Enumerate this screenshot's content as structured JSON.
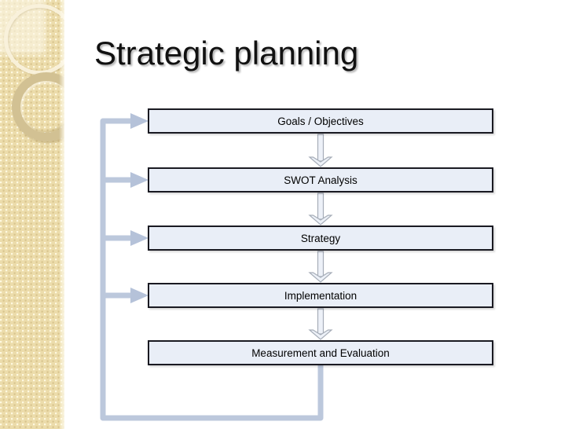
{
  "slide": {
    "title": "Strategic planning"
  },
  "flowchart": {
    "flow_direction": "top-down",
    "boxes": [
      {
        "label": "Goals / Objectives"
      },
      {
        "label": "SWOT Analysis"
      },
      {
        "label": "Strategy"
      },
      {
        "label": "Implementation"
      },
      {
        "label": "Measurement and Evaluation"
      }
    ],
    "feedback_loop_from": "Measurement and Evaluation",
    "feedback_loop_to": [
      "Goals / Objectives",
      "SWOT Analysis",
      "Strategy",
      "Implementation"
    ]
  },
  "colors": {
    "background": "#ffffff",
    "title_text": "#111111",
    "box_fill": "#e9eef7",
    "box_border": "#1a1a22",
    "box_text": "#000000",
    "down_arrow_stroke": "#a6adb8",
    "down_arrow_fill": "#edf1f8",
    "loop_line": "#bcc8dc",
    "sidebar_base": "#ecdcab"
  }
}
